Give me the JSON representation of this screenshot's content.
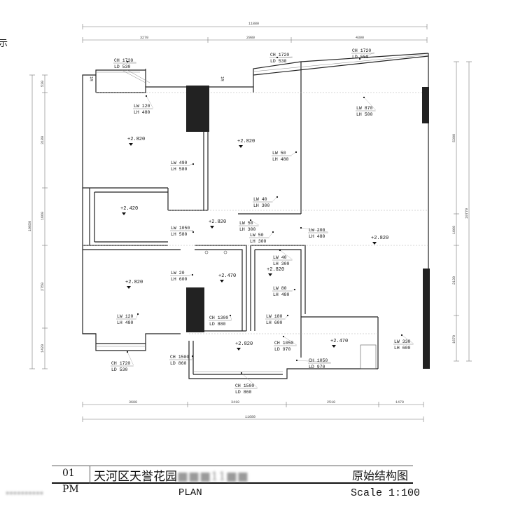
{
  "corner_char": "示",
  "dimensions": {
    "top_total": "11880",
    "top_segments": [
      "3270",
      "2980",
      "4300"
    ],
    "bottom_segments": [
      "3600",
      "3410",
      "2510",
      "1470"
    ],
    "bottom_total": "11680",
    "left_segments": [
      "530",
      "3180",
      "1660",
      "2750",
      "1420"
    ],
    "left_total": "10650",
    "right_segments": [
      "5300",
      "1660",
      "2130",
      "1670"
    ],
    "right_total": "10770"
  },
  "room_levels": [
    "+2.820",
    "+2.820",
    "+2.820",
    "+2.420",
    "+2.820",
    "+2.820",
    "+2.470",
    "+2.820",
    "+2.820",
    "+2.470"
  ],
  "tags": [
    {
      "l1": "CH 1720",
      "l2": "LD 530"
    },
    {
      "l1": "CH 1720",
      "l2": "LD 530"
    },
    {
      "l1": "CH 1720",
      "l2": "LD 550"
    },
    {
      "l1": "LW 120",
      "l2": "LH 480"
    },
    {
      "l1": "LW 870",
      "l2": "LH 500"
    },
    {
      "l1": "LW 490",
      "l2": "LH 580"
    },
    {
      "l1": "LW 50",
      "l2": "LH 480"
    },
    {
      "l1": "LW 40",
      "l2": "LH 300"
    },
    {
      "l1": "LW 1050",
      "l2": "LH 580"
    },
    {
      "l1": "LW 50",
      "l2": "LH 300"
    },
    {
      "l1": "LW 50",
      "l2": "LH 300"
    },
    {
      "l1": "LW 200",
      "l2": "LH 480"
    },
    {
      "l1": "LW 40",
      "l2": "LH 300"
    },
    {
      "l1": "LW 20",
      "l2": "LH 600"
    },
    {
      "l1": "LW 80",
      "l2": "LH 480"
    },
    {
      "l1": "LW 120",
      "l2": "LH 480"
    },
    {
      "l1": "CH 1300",
      "l2": "LD 880"
    },
    {
      "l1": "LW 180",
      "l2": "LH 600"
    },
    {
      "l1": "CH 1050",
      "l2": "LD 970"
    },
    {
      "l1": "LW 330",
      "l2": "LH 600"
    },
    {
      "l1": "CH 1720",
      "l2": "LD 530"
    },
    {
      "l1": "CH 1500",
      "l2": "LD 860"
    },
    {
      "l1": "CH 1050",
      "l2": "LD 970"
    },
    {
      "l1": "CH 1500",
      "l2": "LD 860"
    }
  ],
  "kt_labels": [
    "kt",
    "kt"
  ],
  "footer": {
    "number": "01",
    "code": "PM",
    "project": "天河区天誉花园",
    "project_suffix_blurred": "■■■11■■",
    "title_cn": "原始结构图",
    "title_en": "PLAN",
    "scale": "Scale 1:100",
    "watermark": "■■■■■■■■■■"
  },
  "colors": {
    "wall": "#222222",
    "column": "#2b2b2b",
    "line": "#555555"
  }
}
